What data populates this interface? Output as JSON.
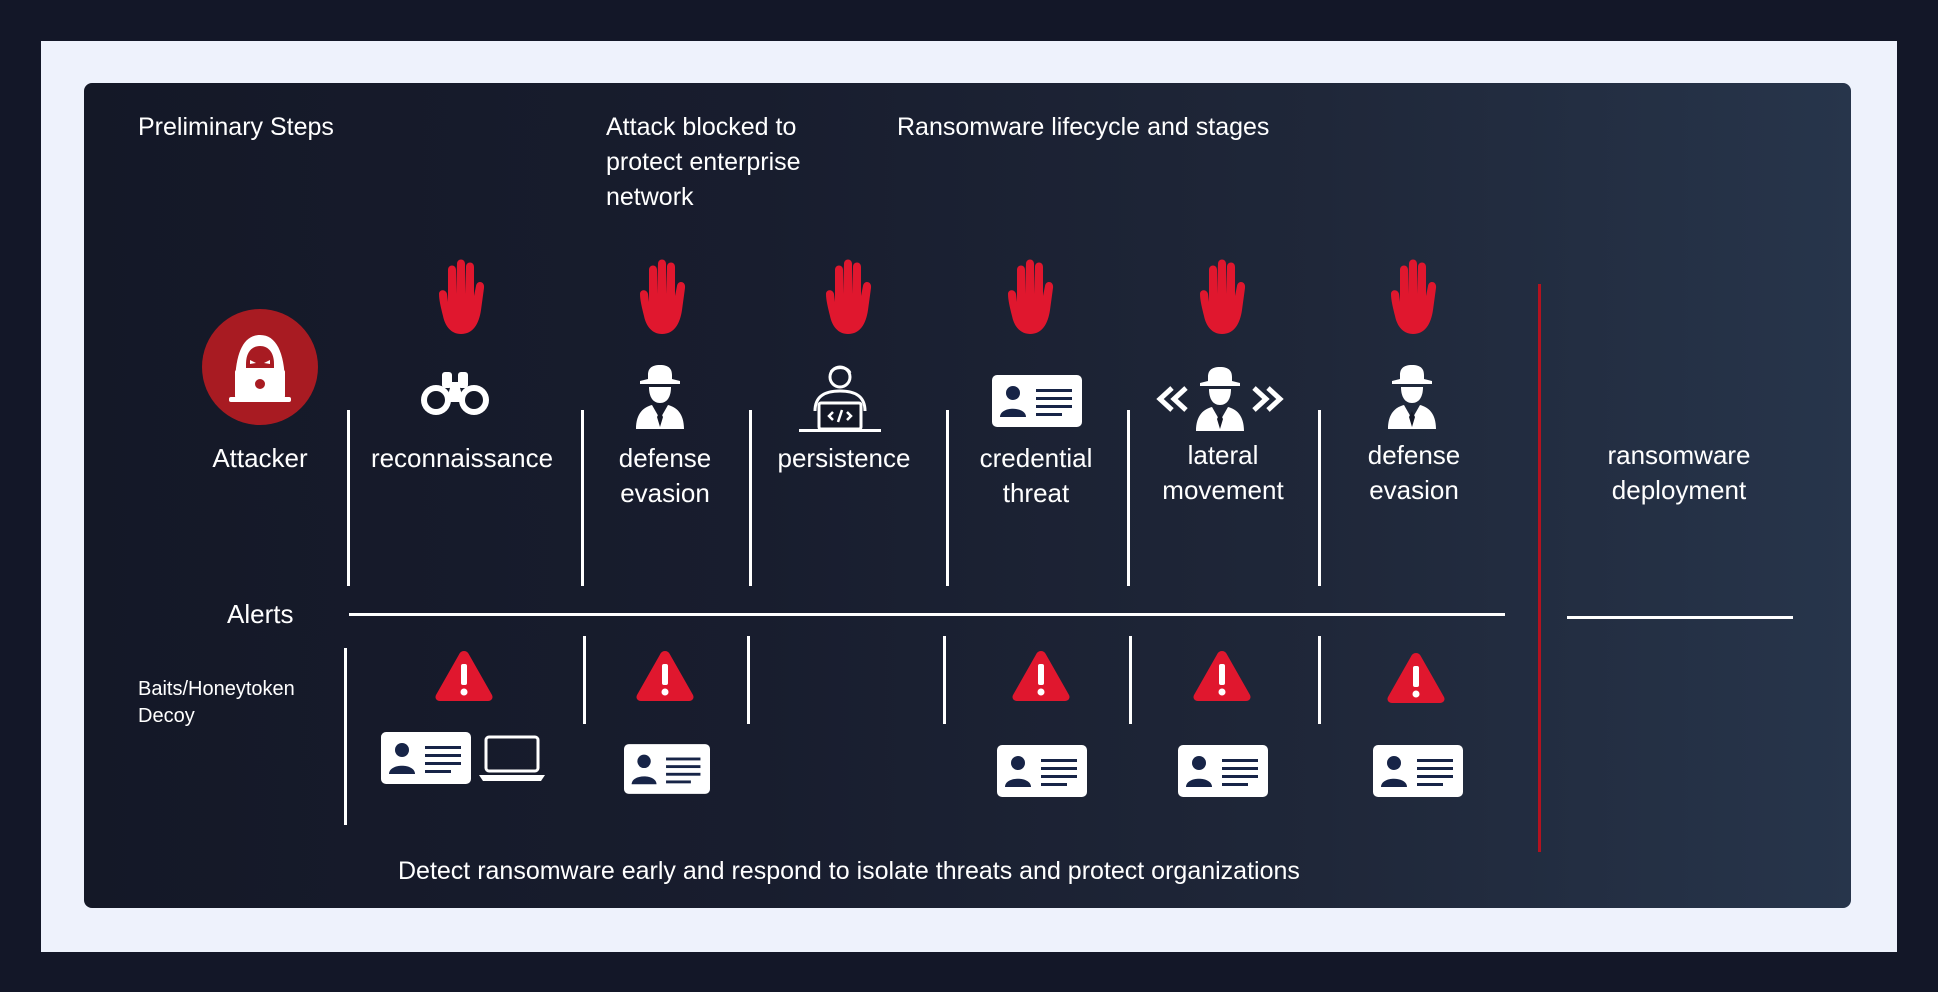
{
  "headers": {
    "preliminary": "Preliminary Steps",
    "blocked": [
      "Attack blocked to",
      "protect enterprise",
      "network"
    ],
    "lifecycle": "Ransomware lifecycle and stages"
  },
  "attacker": {
    "label": "Attacker"
  },
  "stages": [
    {
      "lines": [
        "reconnaissance"
      ],
      "icon": "binoculars-icon"
    },
    {
      "lines": [
        "defense",
        "evasion"
      ],
      "icon": "spy-icon"
    },
    {
      "lines": [
        "persistence"
      ],
      "icon": "coder-laptop-icon"
    },
    {
      "lines": [
        "credential",
        "threat"
      ],
      "icon": "id-card-icon"
    },
    {
      "lines": [
        "lateral",
        "movement"
      ],
      "icon": "spy-arrows-icon"
    },
    {
      "lines": [
        "defense",
        "evasion"
      ],
      "icon": "spy-icon"
    }
  ],
  "deployment": {
    "lines": [
      "ransomware",
      "deployment"
    ]
  },
  "alerts": {
    "label": "Alerts"
  },
  "baits": {
    "lines": [
      "Baits/Honeytoken",
      "Decoy"
    ]
  },
  "footer": "Detect ransomware early and respond to isolate threats and protect organizations",
  "colors": {
    "accent_red": "#e0172e",
    "attacker_red": "#a81b22",
    "panel_bg": "#141827"
  }
}
